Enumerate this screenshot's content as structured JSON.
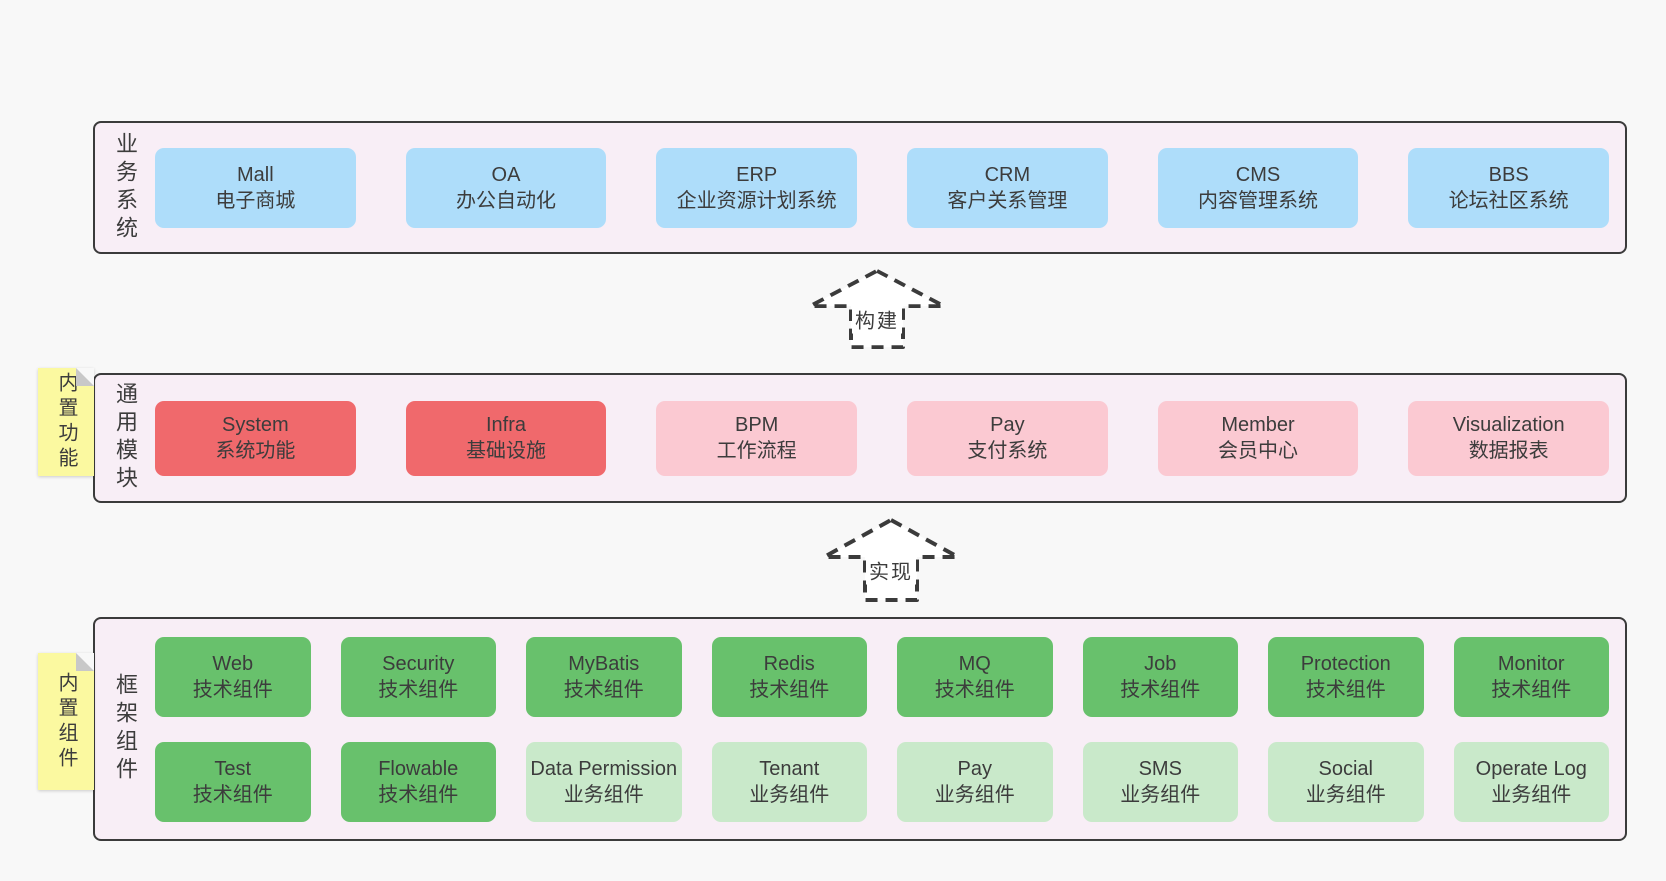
{
  "colors": {
    "page-bg": "#f8f8f8",
    "layer-bg": "#f8eef6",
    "layer-border": "#3b3b3b",
    "box-blue": "#aeddfa",
    "box-red": "#f0696c",
    "box-pink": "#fbc9d2",
    "box-green": "#68c16c",
    "box-lightgreen": "#c9e9ca",
    "sticky-yellow": "#fbf9a0",
    "sticky-fold": "#c8c8c8",
    "text": "#3c3c3c"
  },
  "layers": [
    {
      "label": "业务系统",
      "items": [
        {
          "name": "Mall",
          "desc": "电子商城",
          "variant": "blue"
        },
        {
          "name": "OA",
          "desc": "办公自动化",
          "variant": "blue"
        },
        {
          "name": "ERP",
          "desc": "企业资源计划系统",
          "variant": "blue"
        },
        {
          "name": "CRM",
          "desc": "客户关系管理",
          "variant": "blue"
        },
        {
          "name": "CMS",
          "desc": "内容管理系统",
          "variant": "blue"
        },
        {
          "name": "BBS",
          "desc": "论坛社区系统",
          "variant": "blue"
        }
      ]
    },
    {
      "label": "通用模块",
      "sticky": "内置功能",
      "items": [
        {
          "name": "System",
          "desc": "系统功能",
          "variant": "red"
        },
        {
          "name": "Infra",
          "desc": "基础设施",
          "variant": "red"
        },
        {
          "name": "BPM",
          "desc": "工作流程",
          "variant": "pink"
        },
        {
          "name": "Pay",
          "desc": "支付系统",
          "variant": "pink"
        },
        {
          "name": "Member",
          "desc": "会员中心",
          "variant": "pink"
        },
        {
          "name": "Visualization",
          "desc": "数据报表",
          "variant": "pink"
        }
      ]
    },
    {
      "label": "框架组件",
      "sticky": "内置组件",
      "rows": [
        [
          {
            "name": "Web",
            "desc": "技术组件",
            "variant": "green"
          },
          {
            "name": "Security",
            "desc": "技术组件",
            "variant": "green"
          },
          {
            "name": "MyBatis",
            "desc": "技术组件",
            "variant": "green"
          },
          {
            "name": "Redis",
            "desc": "技术组件",
            "variant": "green"
          },
          {
            "name": "MQ",
            "desc": "技术组件",
            "variant": "green"
          },
          {
            "name": "Job",
            "desc": "技术组件",
            "variant": "green"
          },
          {
            "name": "Protection",
            "desc": "技术组件",
            "variant": "green"
          },
          {
            "name": "Monitor",
            "desc": "技术组件",
            "variant": "green"
          }
        ],
        [
          {
            "name": "Test",
            "desc": "技术组件",
            "variant": "green"
          },
          {
            "name": "Flowable",
            "desc": "技术组件",
            "variant": "green"
          },
          {
            "name": "Data Permission",
            "desc": "业务组件",
            "variant": "light-green"
          },
          {
            "name": "Tenant",
            "desc": "业务组件",
            "variant": "light-green"
          },
          {
            "name": "Pay",
            "desc": "业务组件",
            "variant": "light-green"
          },
          {
            "name": "SMS",
            "desc": "业务组件",
            "variant": "light-green"
          },
          {
            "name": "Social",
            "desc": "业务组件",
            "variant": "light-green"
          },
          {
            "name": "Operate Log",
            "desc": "业务组件",
            "variant": "light-green"
          }
        ]
      ]
    }
  ],
  "arrows": [
    {
      "label": "构建"
    },
    {
      "label": "实现"
    }
  ]
}
